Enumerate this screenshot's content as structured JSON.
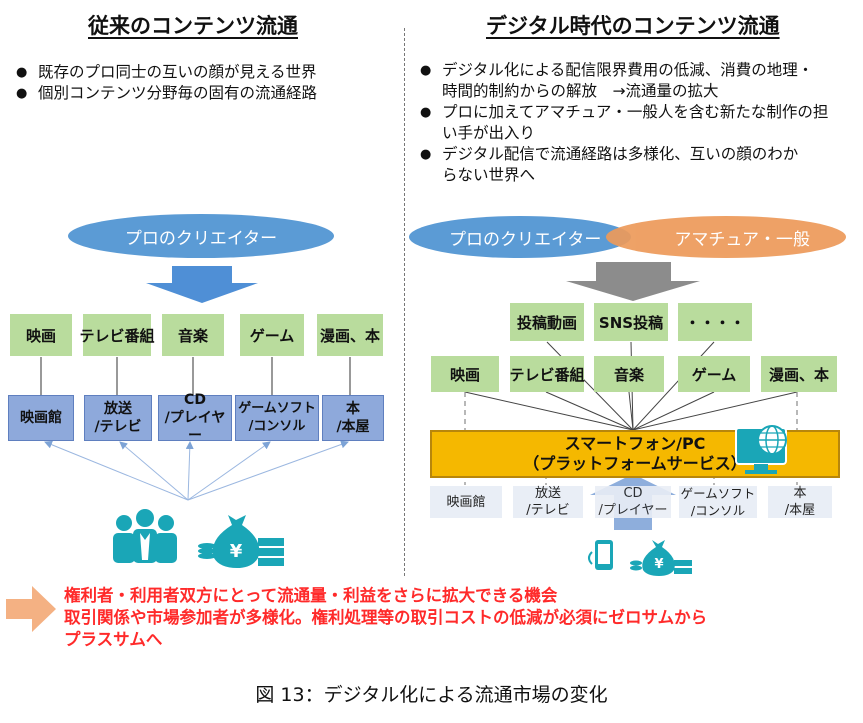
{
  "left": {
    "heading": "従来のコンテンツ流通",
    "bullets": [
      "既存のプロ同士の互いの顔が見える世界",
      "個別コンテンツ分野毎の固有の流通経路"
    ],
    "ellipse": "プロのクリエイター",
    "genres": [
      "映画",
      "テレビ番組",
      "音楽",
      "ゲーム",
      "漫画、本"
    ],
    "channels": [
      {
        "line1": "映画館",
        "line2": ""
      },
      {
        "line1": "放送",
        "line2": "/テレビ"
      },
      {
        "line1": "CD",
        "line2": "/プレイヤー"
      },
      {
        "line1": "ゲームソフト",
        "line2": "/コンソル"
      },
      {
        "line1": "本",
        "line2": "/本屋"
      }
    ]
  },
  "right": {
    "heading": "デジタル時代のコンテンツ流通",
    "bullets": [
      [
        "デジタル化による配信限界費用の低減、消費の地理・",
        "時間的制約からの解放　→流通量の拡大"
      ],
      [
        "プロに加えてアマチュア・一般人を含む新たな制作の担",
        "い手が出入り"
      ],
      [
        "デジタル配信で流通経路は多様化、互いの顔のわか",
        "らない世界へ"
      ]
    ],
    "ellipse_pro": "プロのクリエイター",
    "ellipse_amateur": "アマチュア・一般",
    "top_genres": [
      "投稿動画",
      "SNS投稿",
      "・・・・"
    ],
    "genres": [
      "映画",
      "テレビ番組",
      "音楽",
      "ゲーム",
      "漫画、本"
    ],
    "platform_line1": "スマートフォン/PC",
    "platform_line2": "（プラットフォームサービス）",
    "channels": [
      {
        "line1": "映画館",
        "line2": ""
      },
      {
        "line1": "放送",
        "line2": "/テレビ"
      },
      {
        "line1": "CD",
        "line2": "/プレイヤー"
      },
      {
        "line1": "ゲームソフト",
        "line2": "/コンソル"
      },
      {
        "line1": "本",
        "line2": "/本屋"
      }
    ]
  },
  "conclusion": [
    "権利者・利用者双方にとって流通量・利益をさらに拡大できる機会",
    "取引関係や市場参加者が多様化。権利処理等の取引コストの低減が必須にゼロサムから",
    "プラスサムへ"
  ],
  "caption": "図 13：デジタル化による流通市場の変化",
  "icons": {
    "yen_symbol": "¥",
    "left_people": "people-icon",
    "left_money": "money-bag-icon",
    "right_phone": "smartphone-icon",
    "right_money": "money-bag-icon",
    "globe_monitor": "globe-monitor-icon",
    "big_arrow": "arrow-right-icon"
  },
  "colors": {
    "pro_ellipse": "#5b9bd5",
    "amateur_ellipse": "#ed9a5a",
    "genre_box": "#b9dc9d",
    "channel_box": "#8ea9db",
    "platform": "#f5b800",
    "red_text": "#ff2a2a",
    "icon_teal": "#1aa6b7"
  }
}
